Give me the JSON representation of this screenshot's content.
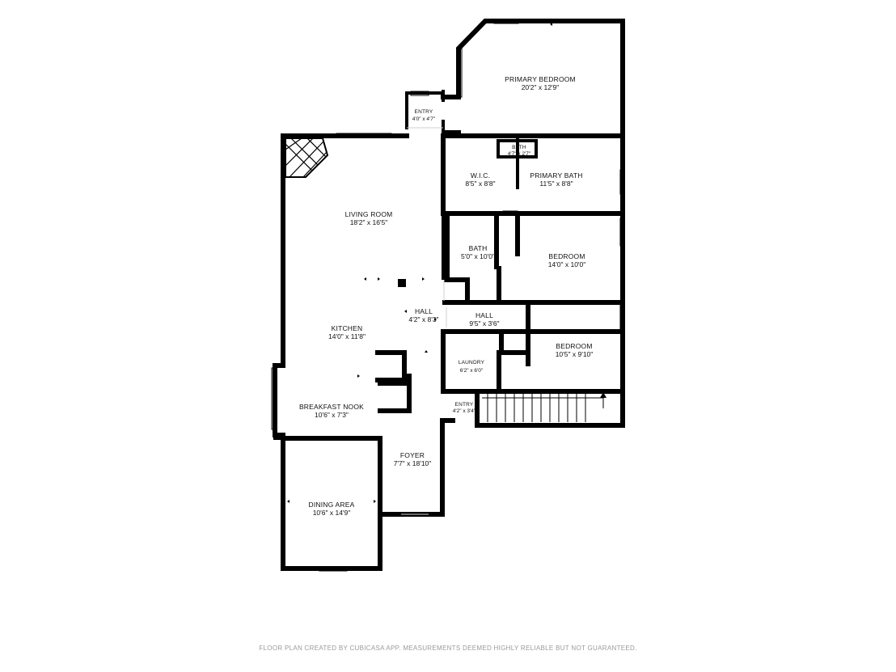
{
  "rooms": [
    {
      "id": "primary-bedroom",
      "name": "PRIMARY BEDROOM",
      "dims": "20'2\" x 12'9\""
    },
    {
      "id": "entry-top",
      "name": "ENTRY",
      "dims": "4'0\" x 4'7\""
    },
    {
      "id": "bath-small",
      "name": "BATH",
      "dims": "4'7\" x 2'7\""
    },
    {
      "id": "wic",
      "name": "W.I.C.",
      "dims": "8'5\" x 8'8\""
    },
    {
      "id": "primary-bath",
      "name": "PRIMARY BATH",
      "dims": "11'5\" x 8'8\""
    },
    {
      "id": "living-room",
      "name": "LIVING ROOM",
      "dims": "18'2\" x 16'5\""
    },
    {
      "id": "bath",
      "name": "BATH",
      "dims": "5'0\" x 10'0\""
    },
    {
      "id": "bedroom-1",
      "name": "BEDROOM",
      "dims": "14'0\" x 10'0\""
    },
    {
      "id": "hall-1",
      "name": "HALL",
      "dims": "4'2\" x 8'3\""
    },
    {
      "id": "hall-2",
      "name": "HALL",
      "dims": "9'5\" x 3'6\""
    },
    {
      "id": "kitchen",
      "name": "KITCHEN",
      "dims": "14'0\" x 11'8\""
    },
    {
      "id": "bedroom-2",
      "name": "BEDROOM",
      "dims": "10'5\" x 9'10\""
    },
    {
      "id": "laundry",
      "name": "LAUNDRY",
      "dims": "6'2\" x 6'0\""
    },
    {
      "id": "entry-stairs",
      "name": "ENTRY",
      "dims": "4'2\" x 3'4\""
    },
    {
      "id": "breakfast-nook",
      "name": "BREAKFAST NOOK",
      "dims": "10'6\" x 7'3\""
    },
    {
      "id": "foyer",
      "name": "FOYER",
      "dims": "7'7\" x 18'10\""
    },
    {
      "id": "dining-area",
      "name": "DINING AREA",
      "dims": "10'6\" x 14'9\""
    }
  ],
  "footer": {
    "disclaimer": "FLOOR PLAN CREATED BY CUBICASA APP. MEASUREMENTS DEEMED HIGHLY RELIABLE BUT NOT GUARANTEED."
  }
}
